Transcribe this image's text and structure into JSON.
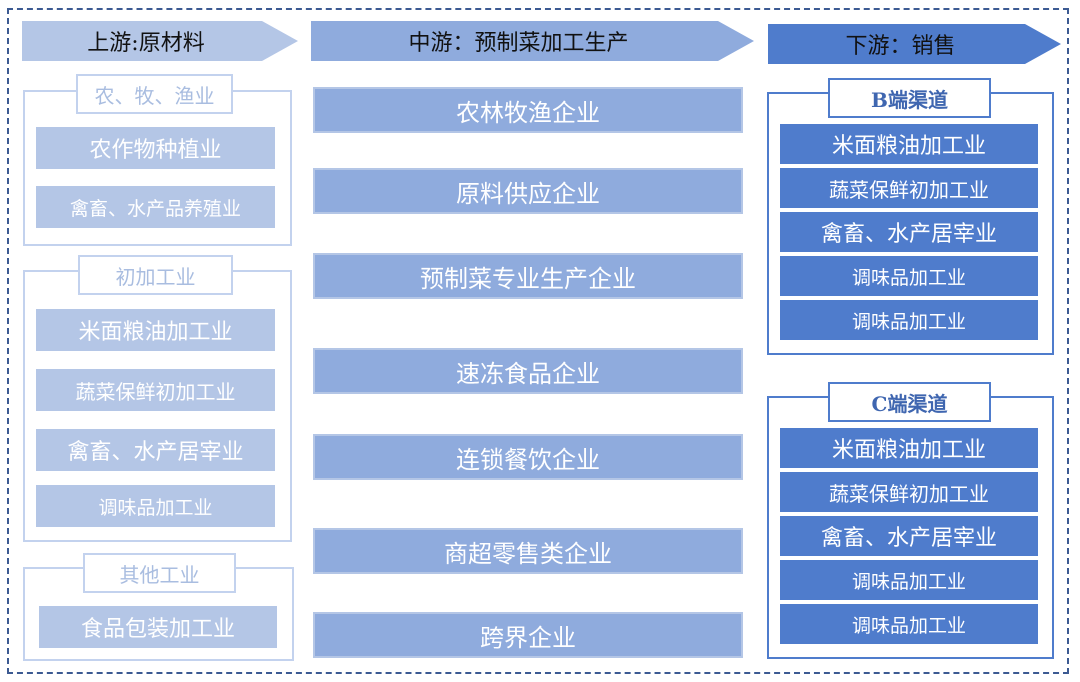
{
  "stages": {
    "upstream": "上游:原材料",
    "midstream": "中游：预制菜加工生产",
    "downstream": "下游：销售"
  },
  "upstream_groups": [
    {
      "title": "农、牧、渔业",
      "items": [
        "农作物种植业",
        "禽畜、水产品养殖业"
      ]
    },
    {
      "title": "初加工业",
      "items": [
        "米面粮油加工业",
        "蔬菜保鲜初加工业",
        "禽畜、水产居宰业",
        "调味品加工业"
      ]
    },
    {
      "title": "其他工业",
      "items": [
        "食品包装加工业"
      ]
    }
  ],
  "midstream_items": [
    "农林牧渔企业",
    "原料供应企业",
    "预制菜专业生产企业",
    "速冻食品企业",
    "连锁餐饮企业",
    "商超零售类企业",
    "跨界企业"
  ],
  "downstream_groups": [
    {
      "title": "B端渠道",
      "items": [
        "米面粮油加工业",
        "蔬菜保鲜初加工业",
        "禽畜、水产居宰业",
        "调味品加工业",
        "调味品加工业"
      ]
    },
    {
      "title": "C端渠道",
      "items": [
        "米面粮油加工业",
        "蔬菜保鲜初加工业",
        "禽畜、水产居宰业",
        "调味品加工业",
        "调味品加工业"
      ]
    }
  ],
  "colors": {
    "light": "#b4c6e6",
    "mid": "#8fabdd",
    "dark": "#4f7ccc",
    "frame": "#3c5a92"
  }
}
